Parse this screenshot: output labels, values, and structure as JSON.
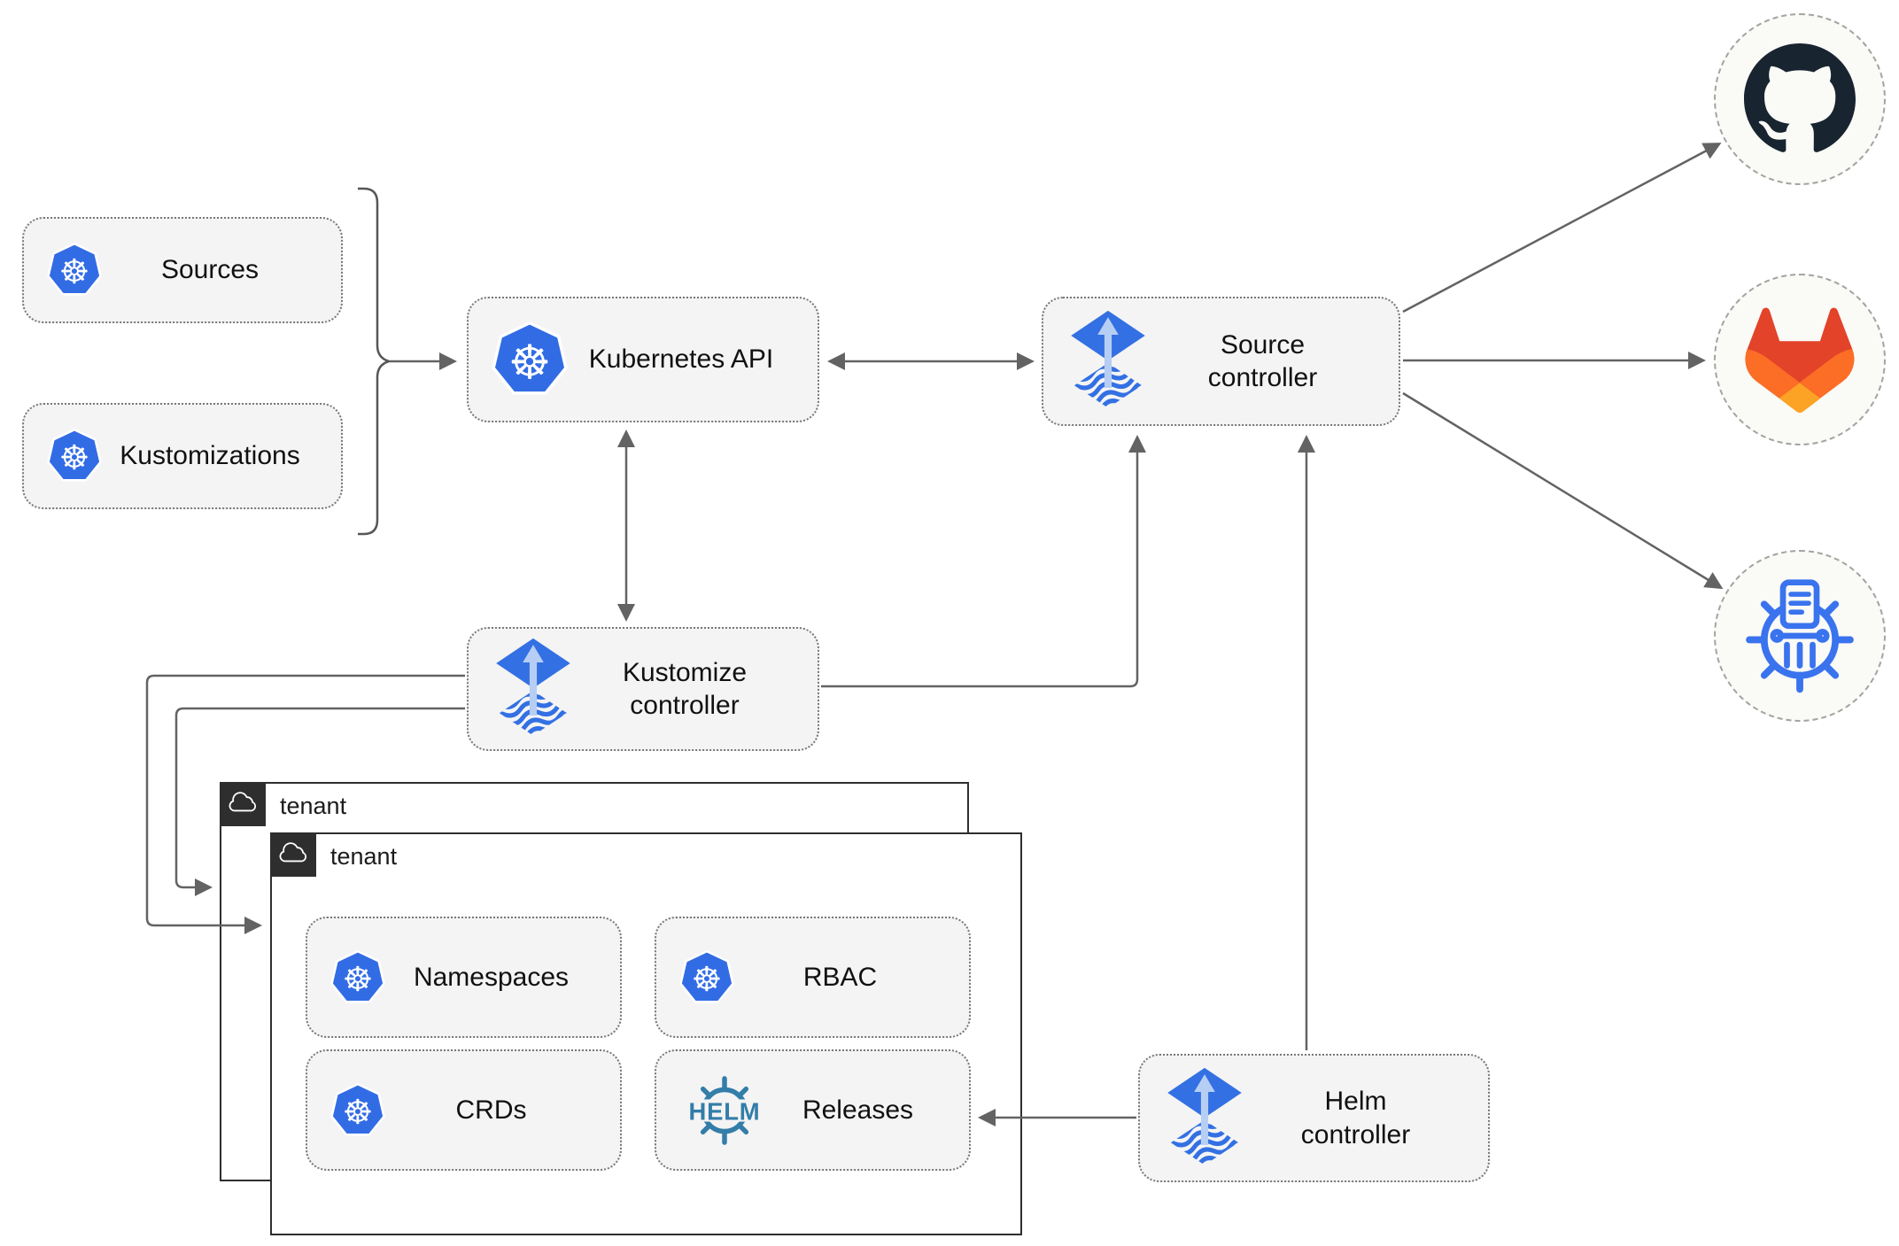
{
  "nodes": {
    "sources": {
      "label": "Sources",
      "icon": "kubernetes"
    },
    "kustomizations": {
      "label": "Kustomizations",
      "icon": "kubernetes"
    },
    "kubernetes_api": {
      "label": "Kubernetes API",
      "icon": "kubernetes"
    },
    "source_controller": {
      "label": "Source controller",
      "icon": "flux"
    },
    "kustomize_controller": {
      "label": "Kustomize controller",
      "icon": "flux"
    },
    "helm_controller": {
      "label": "Helm controller",
      "icon": "flux"
    },
    "namespaces": {
      "label": "Namespaces",
      "icon": "kubernetes"
    },
    "rbac": {
      "label": "RBAC",
      "icon": "kubernetes"
    },
    "crds": {
      "label": "CRDs",
      "icon": "kubernetes"
    },
    "releases": {
      "label": "Releases",
      "icon": "helm"
    }
  },
  "tenants": {
    "back": {
      "label": "tenant",
      "icon": "cloud"
    },
    "front": {
      "label": "tenant",
      "icon": "cloud"
    }
  },
  "external": {
    "github": {
      "icon": "github"
    },
    "gitlab": {
      "icon": "gitlab"
    },
    "chartmuseum": {
      "icon": "chartmuseum"
    }
  },
  "icons": {
    "helm_text": "HELM"
  },
  "colors": {
    "k8s_blue": "#326CE5",
    "flux_blue": "#3370E3",
    "flux_arrow": "#B7CEF4",
    "helm_teal": "#337DA9",
    "github_dark": "#182430",
    "gitlab_red": "#E24329",
    "gitlab_orange": "#FC6D26",
    "gitlab_yellow": "#FCA326",
    "cm_blue": "#3A73EE",
    "line_gray": "#636363",
    "node_fill": "#F4F4F4",
    "node_border": "#777777",
    "tenant_border": "#2E2E2E",
    "tab_bg": "#2E2E2E",
    "circle_fill": "#FAFAF6",
    "circle_border": "#A3A3A3",
    "text_dark": "#111111"
  }
}
